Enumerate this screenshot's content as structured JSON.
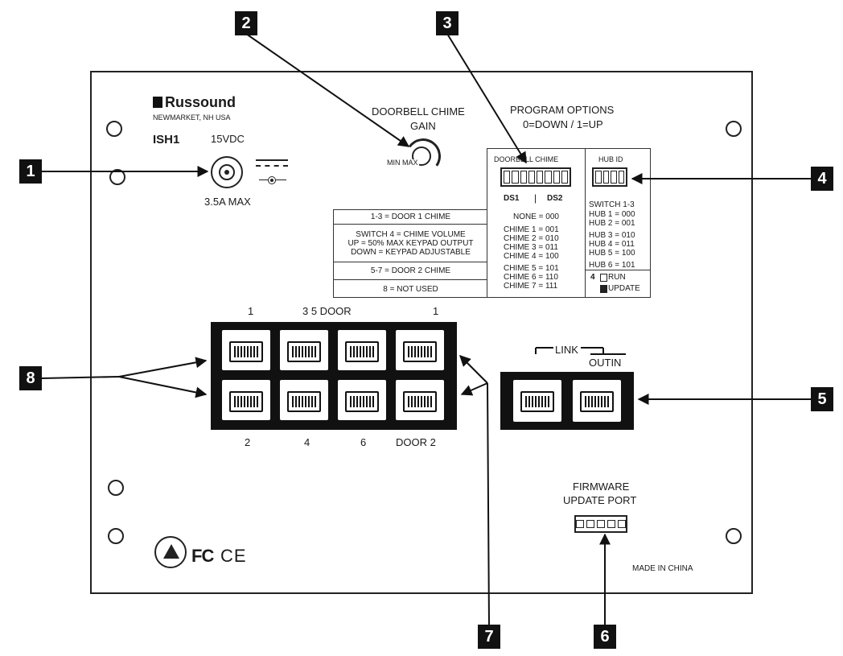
{
  "brand": {
    "logo_text": "Russound",
    "location": "NEWMARKET, NH USA",
    "model": "ISH1",
    "made_in": "MADE IN CHINA"
  },
  "power": {
    "voltage": "15VDC",
    "current": "3.5A MAX"
  },
  "gain": {
    "title_line1": "DOORBELL CHIME",
    "title_line2": "GAIN",
    "knob_label": "MIN MAX"
  },
  "program": {
    "title_line1": "PROGRAM OPTIONS",
    "title_line2": "0=DOWN / 1=UP",
    "doorbell_header": "DOORBELL CHIME",
    "ds1": "DS1",
    "ds_sep": "|",
    "ds2": "DS2",
    "chimes": [
      "NONE = 000",
      "CHIME 1 = 001",
      "CHIME 2 = 010",
      "CHIME 3 = 011",
      "CHIME 4 = 100",
      "CHIME 5 = 101",
      "CHIME 6 = 110",
      "CHIME 7 = 111"
    ],
    "hub_header": "HUB ID",
    "hub_switch": "SWITCH 1-3",
    "hubs": [
      "HUB 1 = 000",
      "HUB 2 = 001",
      "HUB 3 = 010",
      "HUB 4 = 011",
      "HUB 5 = 100",
      "HUB 6 = 101"
    ],
    "sw4": "4",
    "run": "RUN",
    "update": "UPDATE"
  },
  "legend": {
    "row1": "1-3 = DOOR 1 CHIME",
    "row2_line1": "SWITCH 4 = CHIME VOLUME",
    "row2_line2": "UP = 50% MAX KEYPAD OUTPUT",
    "row2_line3": "DOWN = KEYPAD ADJUSTABLE",
    "row3": "5-7 = DOOR 2 CHIME",
    "row4": "8 = NOT USED"
  },
  "ports": {
    "top_1": "1",
    "top_35door": "3 5 DOOR",
    "top_1b": "1",
    "bottom_2": "2",
    "bottom_4": "4",
    "bottom_6": "6",
    "bottom_door2": "DOOR 2",
    "link": "LINK",
    "out_in": "OUTIN"
  },
  "firmware": {
    "line1": "FIRMWARE",
    "line2": "UPDATE PORT"
  },
  "certs": {
    "fc": "FC",
    "ce": "CE"
  },
  "callouts": [
    "1",
    "2",
    "3",
    "4",
    "5",
    "6",
    "7",
    "8"
  ]
}
